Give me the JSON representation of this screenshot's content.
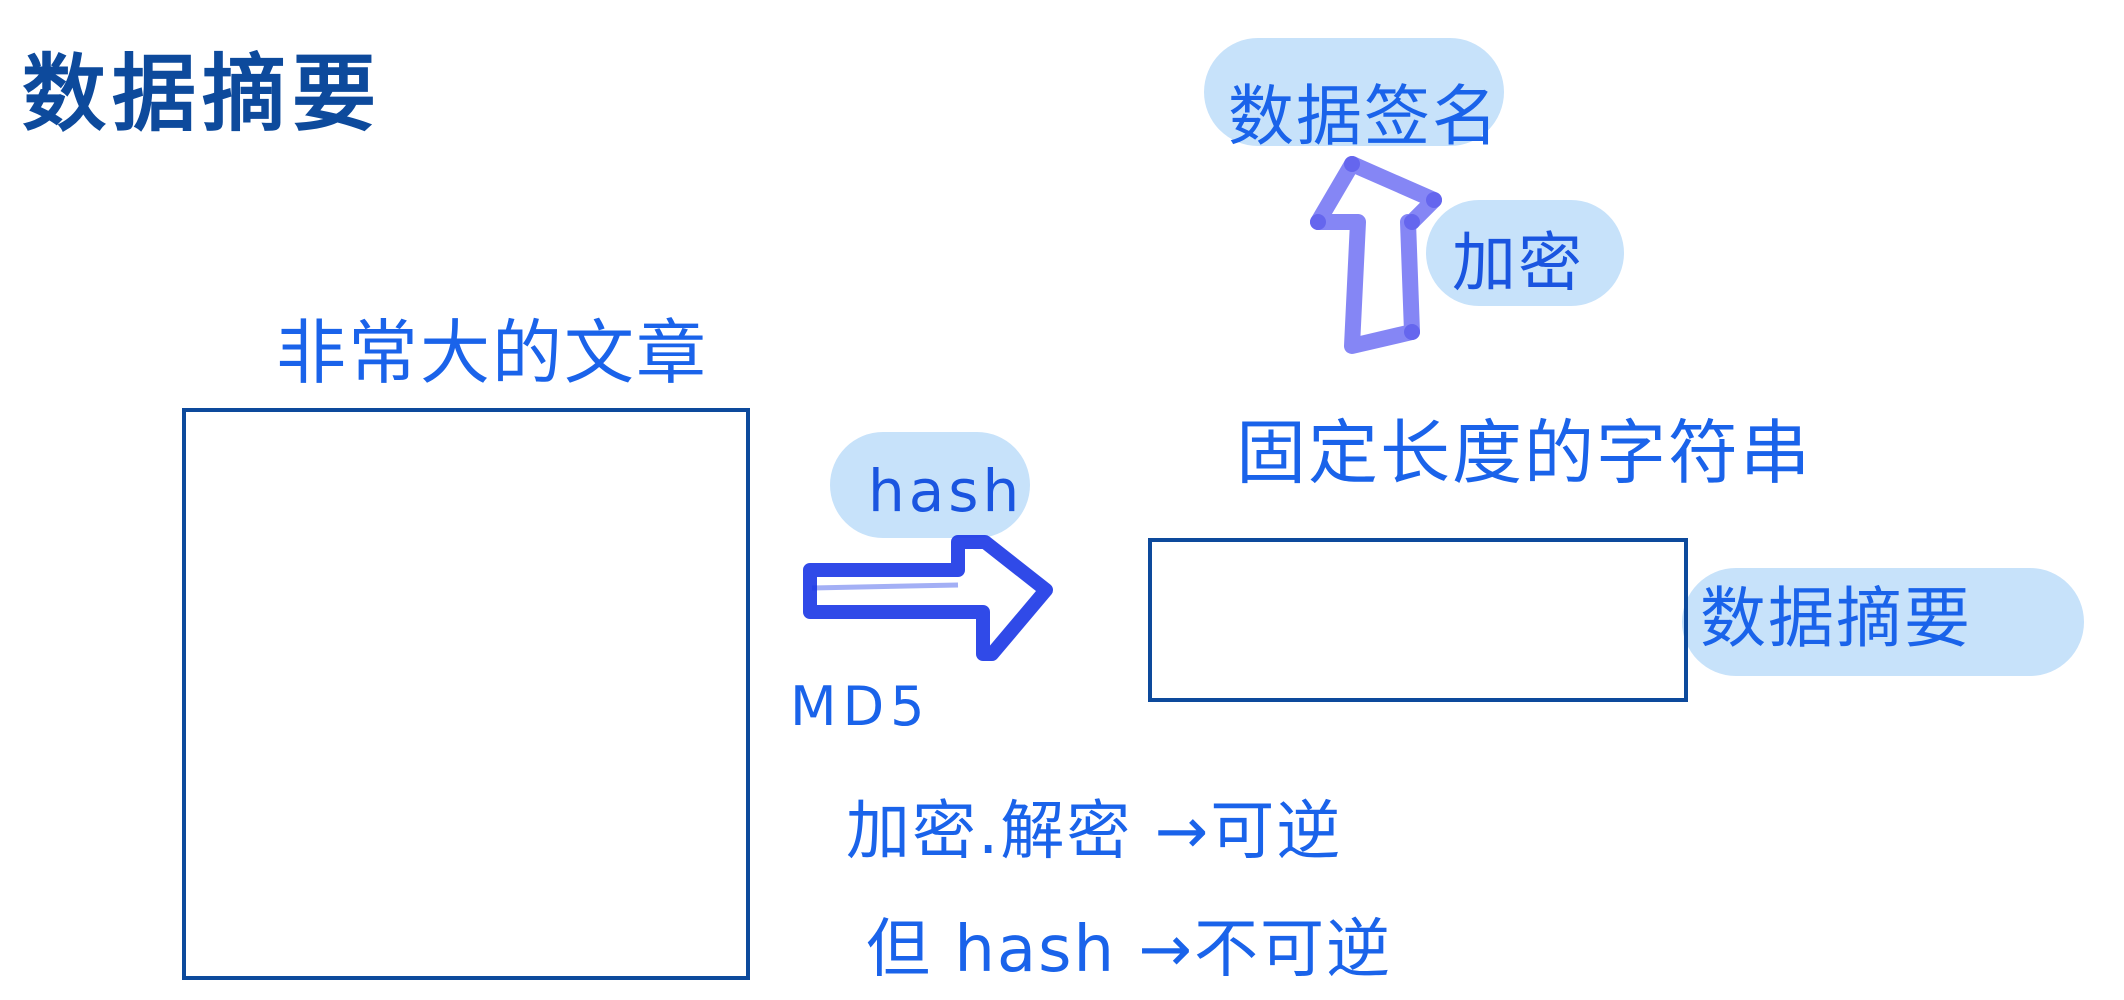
{
  "title": "数据摘要",
  "article_label": "非常大的文章",
  "hash_label": "hash",
  "md5_label": "MD5",
  "fixed_string_label": "固定长度的字符串",
  "digest_label": "数据摘要",
  "signature_label": "数据签名",
  "encrypt_label": "加密",
  "note_reversible": "加密.解密 →可逆",
  "note_irreversible": "但 hash →不可逆",
  "colors": {
    "dark_blue": "#0d4a9c",
    "bright_blue": "#1a63ea",
    "highlight": "#c7e2fa",
    "hash_arrow": "#1a36e6",
    "encrypt_arrow": "#7b7cf4"
  },
  "icons": {
    "hash_arrow": "right-arrow-icon",
    "encrypt_arrow": "up-arrow-icon"
  }
}
